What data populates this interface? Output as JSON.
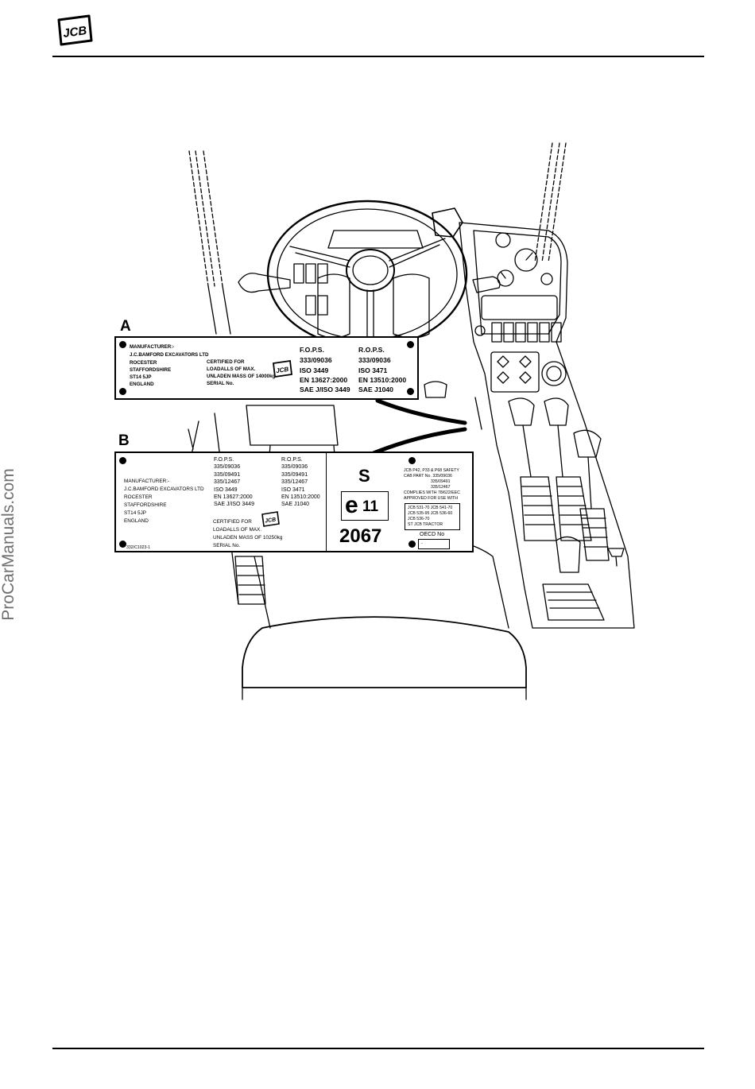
{
  "header": {
    "logo_text": "JCB"
  },
  "watermark": "ProCarManuals.com",
  "plate_a": {
    "letter": "A",
    "left_lines": [
      "MANUFACTURER:-",
      "J.C.BAMFORD EXCAVATORS LTD",
      "ROCESTER",
      "STAFFORDSHIRE",
      "ST14 5JP",
      "ENGLAND"
    ],
    "middle_lines": [
      "CERTIFIED FOR",
      "LOADALLS OF MAX.",
      "UNLADEN MASS OF 14000kg",
      "SERIAL No."
    ],
    "logo_text": "JCB",
    "fops_header": "F.O.P.S.",
    "fops_lines": [
      "333/09036",
      "ISO 3449",
      "EN 13627:2000",
      "SAE J/ISO 3449"
    ],
    "rops_header": "R.O.P.S.",
    "rops_lines": [
      "333/09036",
      "ISO 3471",
      "EN 13510:2000",
      "SAE J1040"
    ]
  },
  "plate_b": {
    "letter": "B",
    "fops_header": "F.O.P.S.",
    "fops_lines": [
      "335/09036",
      "335/09491",
      "335/12467",
      "ISO 3449",
      "EN 13627:2000",
      "SAE J/ISO 3449"
    ],
    "rops_header": "R.O.P.S.",
    "rops_lines": [
      "335/09036",
      "335/09491",
      "335/12467",
      "ISO 3471",
      "EN 13510:2000",
      "SAE J1040"
    ],
    "left_lines": [
      "MANUFACTURER:-",
      "J.C.BAMFORD EXCAVATORS LTD",
      "ROCESTER",
      "STAFFORDSHIRE",
      "ST14 5JP",
      "ENGLAND"
    ],
    "middle_lines": [
      "CERTIFIED FOR",
      "LOADALLS OF MAX.",
      "UNLADEN MASS OF 10250kg",
      "SERIAL No."
    ],
    "logo_text": "JCB",
    "part_number": "332/C1023-1",
    "approval": {
      "letter": "S",
      "mark": "e",
      "mark_number": "11",
      "number": "2067"
    },
    "safety_lines": [
      "JCB P42, P33 & P68 SAFETY",
      "CAB PART No. 335/09036",
      "335/09491",
      "335/12467",
      "COMPLIES WITH 78/622/EEC",
      "APPROVED FOR USE WITH"
    ],
    "model_lines": [
      "JCB 531-70  JCB 541-70",
      "JCB 535-95  JCB 536-60",
      "JCB 536-70",
      "ST JCB TRACTOR"
    ],
    "oecd_label": "OECD No",
    "oecd_value": "-"
  }
}
